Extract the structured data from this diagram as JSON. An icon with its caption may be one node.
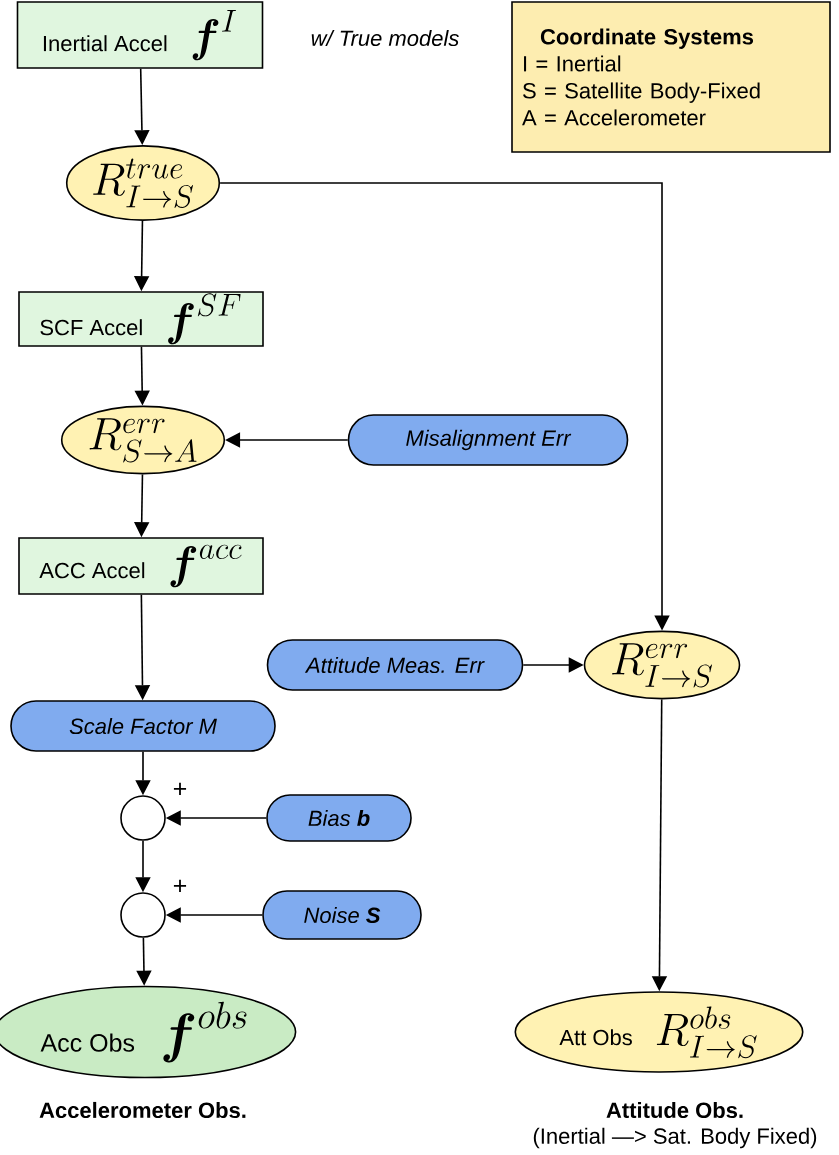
{
  "diagram": {
    "nodes": [
      {
        "text": [
          "Inertial Accel",
          "\\boldsymbol{f}^{I}"
        ]
      },
      {
        "text": [
          "R^{true}_{I\\rightarrow S}"
        ]
      },
      {
        "text": [
          "SCF Accel",
          "\\boldsymbol{f}^{SF}"
        ]
      },
      {
        "text": [
          "R^{err}_{S\\rightarrow A}"
        ]
      },
      {
        "text": [
          "Misalignment Err"
        ]
      },
      {
        "text": [
          "ACC Accel",
          "\\boldsymbol{f}^{acc}"
        ]
      },
      {
        "text": [
          "Attitude Meas. Err"
        ]
      },
      {
        "text": [
          "R^{err}_{I\\rightarrow S}"
        ]
      },
      {
        "text": [
          "Scale Factor  M"
        ]
      },
      {
        "text": [],
        "shape": "circle",
        "beside": [
          "+"
        ]
      },
      {
        "text": [
          "Bias **b**"
        ]
      },
      {
        "text": [],
        "shape": "circle",
        "beside": [
          "+"
        ]
      },
      {
        "text": [
          "Noise **S**"
        ]
      },
      {
        "text": [
          "Acc Obs",
          "\\boldsymbol{f}^{obs}"
        ]
      },
      {
        "text": [
          "Att Obs",
          "R^{obs}_{I\\rightarrow S}"
        ]
      },
      {
        "text": [
          "Coordinate Systems",
          "I  = Inertial",
          "S = Satellite Body-Fixed",
          "A = Accelerometer"
        ]
      }
    ],
    "edges": [
      {
        "from": 0,
        "to": 1,
        "arrow": "to"
      },
      {
        "from": 1,
        "to": 2,
        "arrow": "to"
      },
      {
        "from": 2,
        "to": 3,
        "arrow": "to"
      },
      {
        "from": 4,
        "to": 3,
        "arrow": "to"
      },
      {
        "from": 3,
        "to": 5,
        "arrow": "to"
      },
      {
        "from": 5,
        "to": 8,
        "arrow": "to"
      },
      {
        "from": 8,
        "to": 9,
        "arrow": "to"
      },
      {
        "from": 10,
        "to": 9,
        "arrow": "to"
      },
      {
        "from": 9,
        "to": 11,
        "arrow": "to"
      },
      {
        "from": 12,
        "to": 11,
        "arrow": "to"
      },
      {
        "from": 11,
        "to": 13,
        "arrow": "to"
      },
      {
        "from": 1,
        "to": 7,
        "arrow": "to"
      },
      {
        "from": 6,
        "to": 7,
        "arrow": "to"
      },
      {
        "from": 7,
        "to": 14,
        "arrow": "to"
      }
    ],
    "labels": [
      "w/ True models",
      "Accelerometer Obs.",
      "Attitude Obs.",
      "(Inertial —> Sat. Body Fixed)"
    ]
  }
}
